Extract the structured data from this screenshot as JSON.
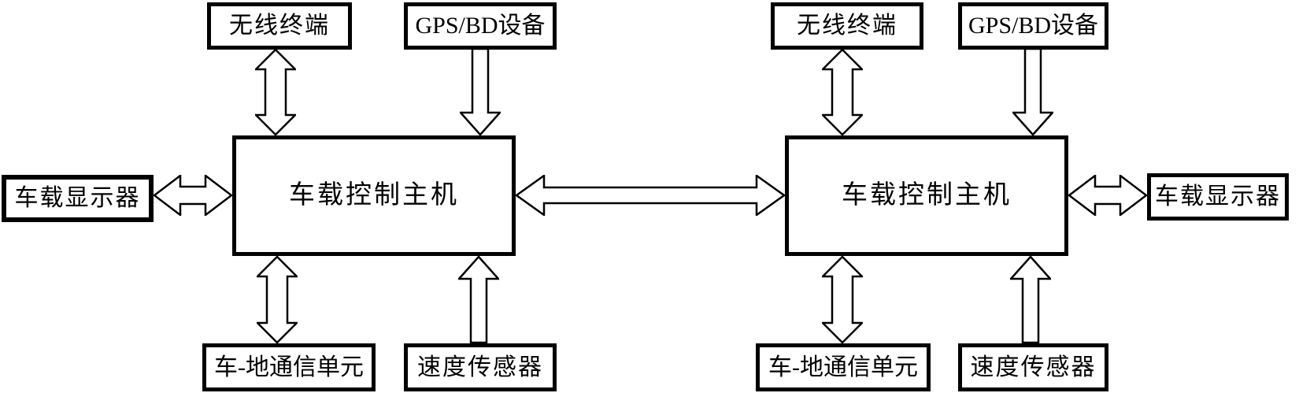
{
  "diagram": {
    "background_color": "#ffffff",
    "line_color": "#000000",
    "units": [
      {
        "name": "left-vehicle-unit",
        "boxes": {
          "wireless_terminal": "无线终端",
          "gps_bd_device": "GPS/BD设备",
          "onboard_control_host": "车载控制主机",
          "onboard_display": "车载显示器",
          "train_ground_comm_unit": "车-地通信单元",
          "speed_sensor": "速度传感器"
        }
      },
      {
        "name": "right-vehicle-unit",
        "boxes": {
          "wireless_terminal": "无线终端",
          "gps_bd_device": "GPS/BD设备",
          "onboard_control_host": "车载控制主机",
          "onboard_display": "车载显示器",
          "train_ground_comm_unit": "车-地通信单元",
          "speed_sensor": "速度传感器"
        }
      }
    ],
    "connections": [
      {
        "from": "无线终端",
        "to": "车载控制主机",
        "unit": "left",
        "arrow": "double-headed"
      },
      {
        "from": "GPS/BD设备",
        "to": "车载控制主机",
        "unit": "left",
        "arrow": "single-headed-down"
      },
      {
        "from": "车载显示器",
        "to": "车载控制主机",
        "unit": "left",
        "arrow": "double-headed"
      },
      {
        "from": "车-地通信单元",
        "to": "车载控制主机",
        "unit": "left",
        "arrow": "double-headed"
      },
      {
        "from": "速度传感器",
        "to": "车载控制主机",
        "unit": "left",
        "arrow": "single-headed-up"
      },
      {
        "from": "车载控制主机",
        "to": "车载控制主机",
        "unit": "left-to-right",
        "arrow": "double-headed"
      },
      {
        "from": "无线终端",
        "to": "车载控制主机",
        "unit": "right",
        "arrow": "double-headed"
      },
      {
        "from": "GPS/BD设备",
        "to": "车载控制主机",
        "unit": "right",
        "arrow": "single-headed-down"
      },
      {
        "from": "车载显示器",
        "to": "车载控制主机",
        "unit": "right",
        "arrow": "double-headed"
      },
      {
        "from": "车-地通信单元",
        "to": "车载控制主机",
        "unit": "right",
        "arrow": "double-headed"
      },
      {
        "from": "速度传感器",
        "to": "车载控制主机",
        "unit": "right",
        "arrow": "single-headed-up"
      }
    ]
  }
}
